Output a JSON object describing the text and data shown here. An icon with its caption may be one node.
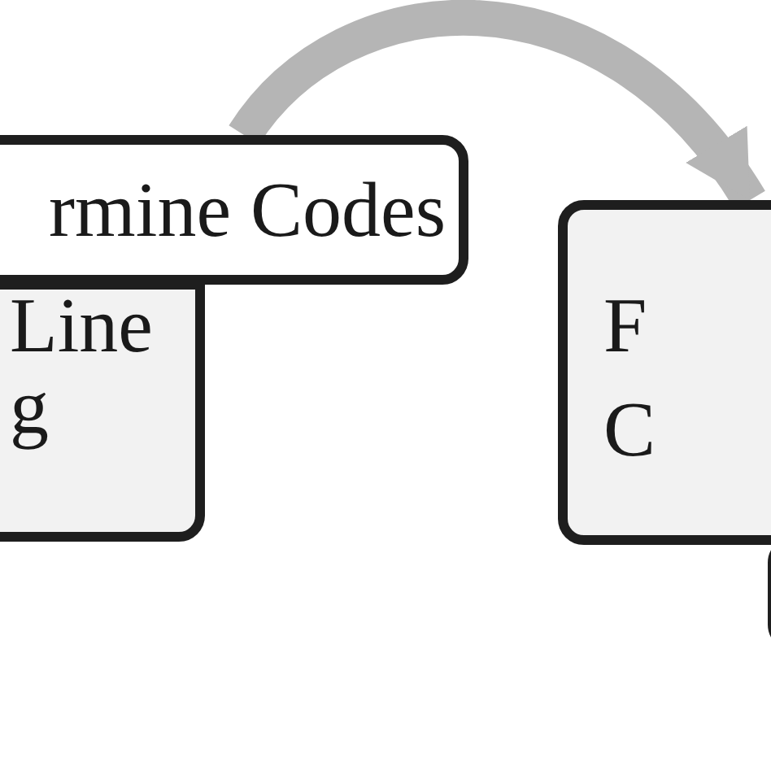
{
  "diagram": {
    "nodes": [
      {
        "text": [
          "rmine Codes"
        ]
      },
      {
        "text": [
          "Line g"
        ]
      },
      {
        "text": [
          "F C"
        ]
      },
      {
        "text": [],
        "shape": "box"
      }
    ],
    "edges": [
      {
        "from": 0,
        "to": 2,
        "arrow": "to"
      }
    ]
  }
}
